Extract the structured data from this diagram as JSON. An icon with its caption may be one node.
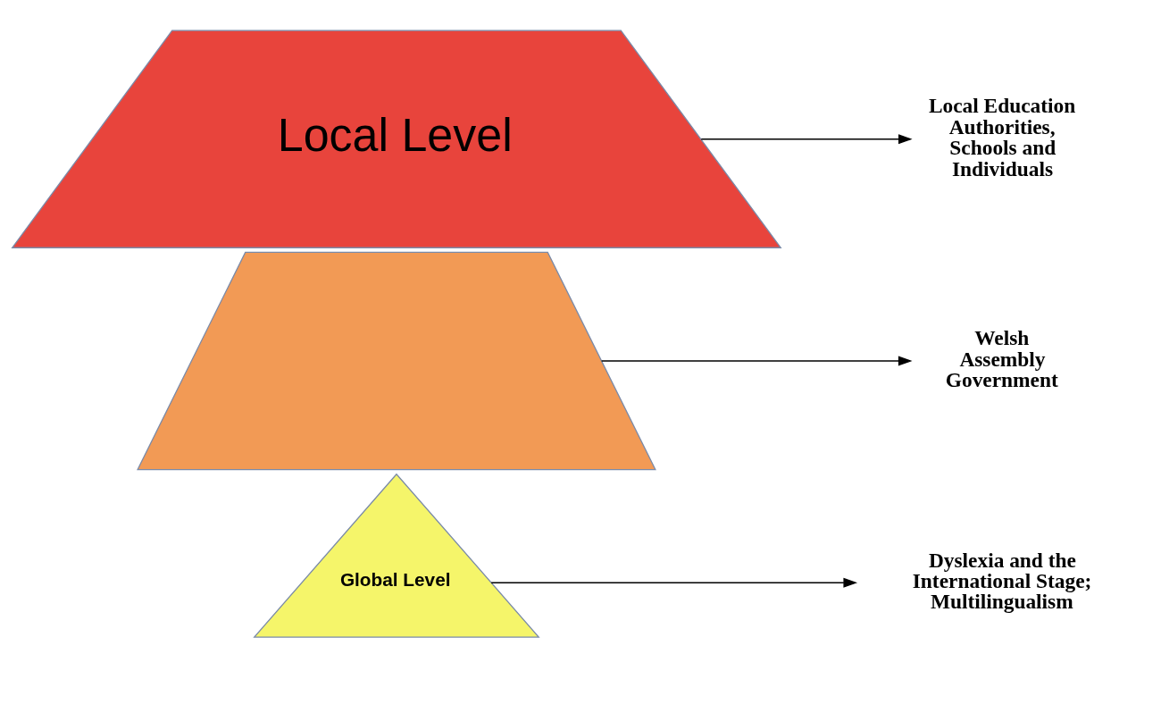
{
  "diagram": {
    "nodes": [
      {
        "text": [
          "Global Level"
        ]
      },
      {
        "text": [],
        "shape": "trapezium"
      },
      {
        "text": [
          "Local Level"
        ]
      },
      {
        "text": [
          "Dyslexia and the International Stage; Multilingualism"
        ]
      },
      {
        "text": [
          "Welsh Assembly Government"
        ]
      },
      {
        "text": [
          "Local Education Authorities, Schools and Individuals"
        ]
      }
    ],
    "edges": [
      {
        "from": 0,
        "to": 3,
        "arrow": "to"
      },
      {
        "from": 1,
        "to": 4,
        "arrow": "to"
      },
      {
        "from": 2,
        "to": 5,
        "arrow": "to"
      }
    ]
  }
}
